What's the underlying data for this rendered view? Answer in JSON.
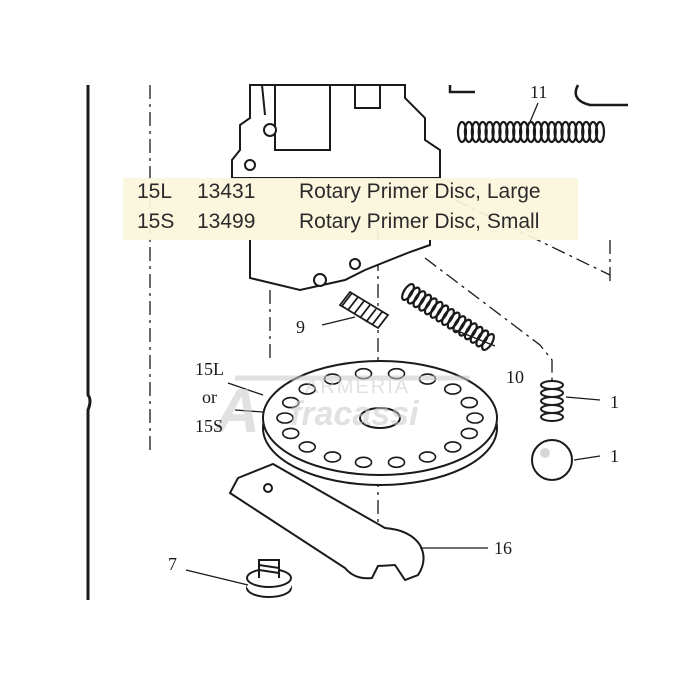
{
  "parts_table": [
    {
      "code": "15L",
      "part_number": "13431",
      "description": "Rotary Primer Disc, Large"
    },
    {
      "code": "15S",
      "part_number": "13499",
      "description": "Rotary Primer Disc, Small"
    }
  ],
  "callouts": {
    "spring_top": "11",
    "set_screw": "9",
    "spring_mid": "10",
    "disc_large": "15L",
    "disc_or": "or",
    "disc_small": "15S",
    "small_spring": "1",
    "ball": "1",
    "wrench": "16",
    "screw": "7"
  },
  "watermark": {
    "line1": "ARMERIA",
    "line2": "fracassi",
    "letter": "A"
  },
  "colors": {
    "ink": "#1a1a1a",
    "table_bg": "#fbf6dc",
    "watermark": "#c9c9c9"
  }
}
